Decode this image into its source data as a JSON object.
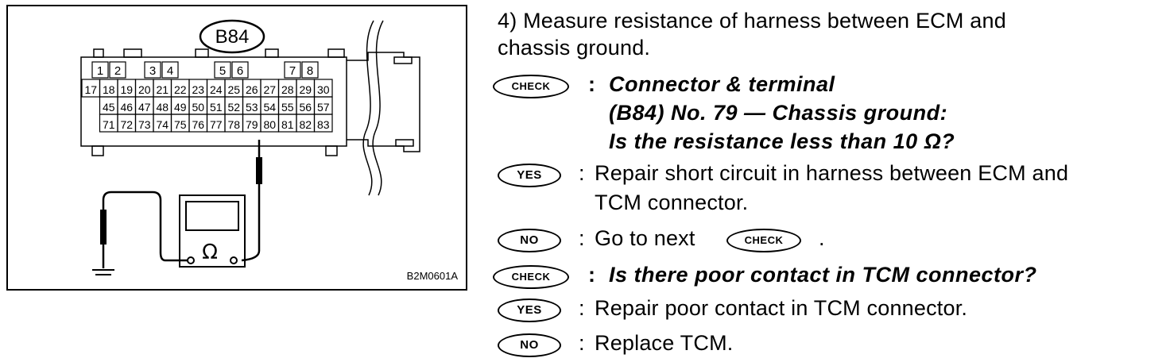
{
  "figure": {
    "connector_label": "B84",
    "figure_code": "B2M0601A",
    "meter_symbol": "Ω",
    "top_row": [
      "1",
      "2",
      "",
      "3",
      "4",
      "",
      "5",
      "6",
      "",
      "7",
      "8"
    ],
    "row1": [
      "17",
      "18",
      "19",
      "20",
      "21",
      "22",
      "23",
      "24",
      "25",
      "26",
      "27",
      "28",
      "29",
      "30"
    ],
    "row2": [
      "45",
      "46",
      "47",
      "48",
      "49",
      "50",
      "51",
      "52",
      "53",
      "54",
      "55",
      "56",
      "57"
    ],
    "row3": [
      "71",
      "72",
      "73",
      "74",
      "75",
      "76",
      "77",
      "78",
      "79",
      "80",
      "81",
      "82",
      "83"
    ]
  },
  "step": {
    "line1": "4) Measure resistance of harness between ECM and",
    "line2": "chassis ground."
  },
  "badges": {
    "check": "CHECK",
    "yes": "YES",
    "no": "NO"
  },
  "check1": {
    "line1": "Connector & terminal",
    "line2": "(B84) No. 79 — Chassis ground:",
    "line3": "Is the resistance less than 10 Ω?"
  },
  "yes1": {
    "line1": "Repair short circuit in harness between ECM and",
    "line2": "TCM connector."
  },
  "no1": {
    "text": "Go to next",
    "period": "."
  },
  "check2": {
    "text": "Is there poor contact in TCM connector?"
  },
  "yes2": {
    "text": "Repair poor contact in TCM connector."
  },
  "no2": {
    "text": "Replace TCM."
  }
}
